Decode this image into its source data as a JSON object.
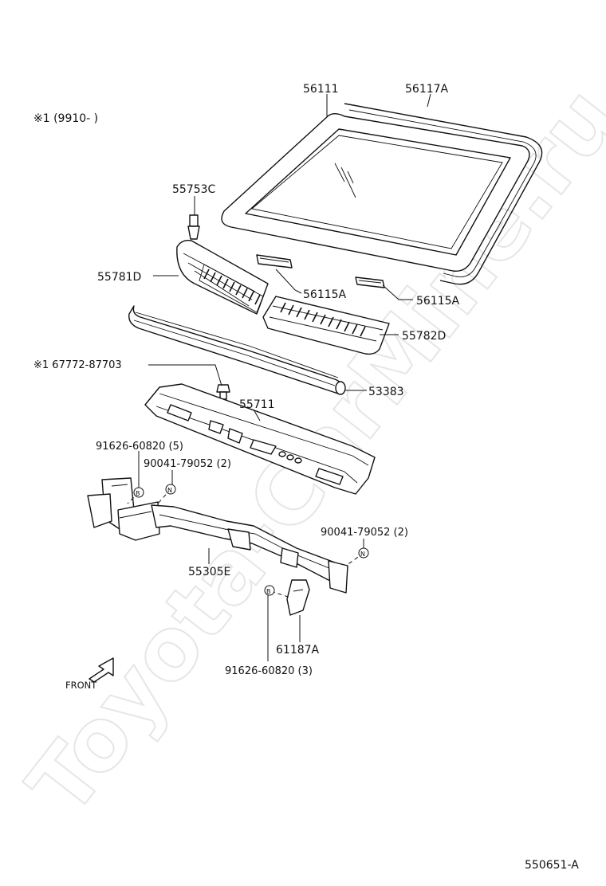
{
  "watermark": "Toyota-CarMine.ru",
  "note_range": "※1 (9910-        )",
  "diagram_code": "550651-A",
  "front_label": "FRONT",
  "callouts": {
    "windshield_glass": "56111",
    "windshield_molding": "56117A",
    "clip_top": "55753C",
    "cowl_louver_lh": "55781D",
    "glass_stopper_left": "56115A",
    "glass_stopper_right": "56115A",
    "cowl_louver_rh": "55782D",
    "seal_note": "※1 67772-87703",
    "seal": "53383",
    "cowl_panel": "55711",
    "bolt_left": "91626-60820 (5)",
    "nut_left": "90041-79052 (2)",
    "nut_right": "90041-79052 (2)",
    "reinforcement": "55305E",
    "bracket": "61187A",
    "bolt_bottom": "91626-60820 (3)"
  },
  "markers": {
    "bolt": "B",
    "nut": "N"
  }
}
